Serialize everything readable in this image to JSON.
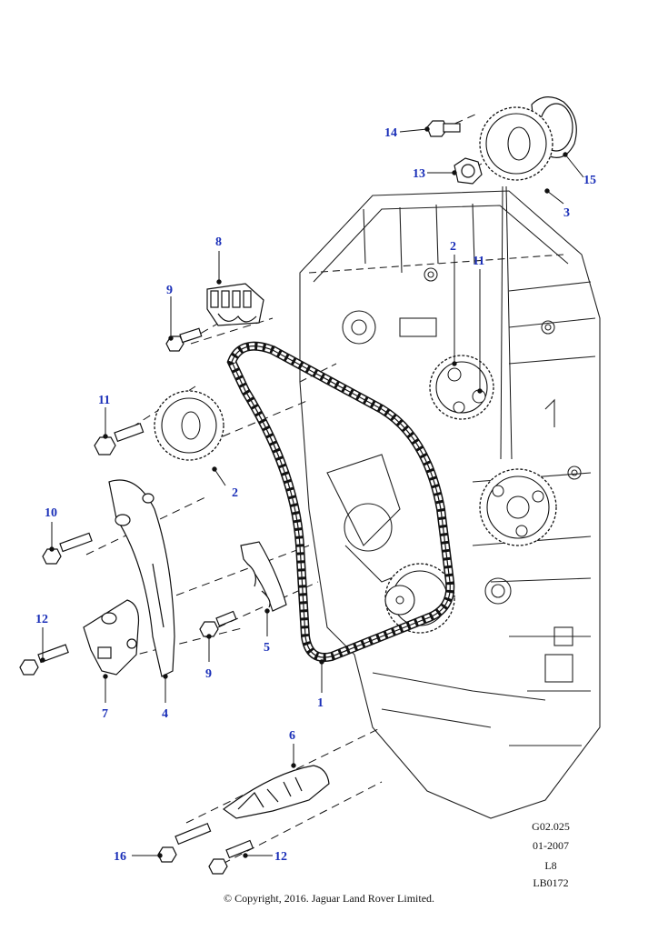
{
  "callouts": {
    "c1": "1",
    "c2a": "2",
    "c2b": "2",
    "c3": "3",
    "c4": "4",
    "c5": "5",
    "c6": "6",
    "c7": "7",
    "c8": "8",
    "c9a": "9",
    "c9b": "9",
    "c10": "10",
    "c11a": "11",
    "c11b": "11",
    "c12a": "12",
    "c12b": "12",
    "c13": "13",
    "c14": "14",
    "c15": "15",
    "c16": "16"
  },
  "reference": {
    "code": "G02.025",
    "date": "01-2007",
    "model": "L8",
    "id": "LB0172"
  },
  "copyright": "© Copyright, 2016. Jaguar Land Rover Limited.",
  "colors": {
    "callout": "#1a2fb8",
    "line": "#111111"
  }
}
